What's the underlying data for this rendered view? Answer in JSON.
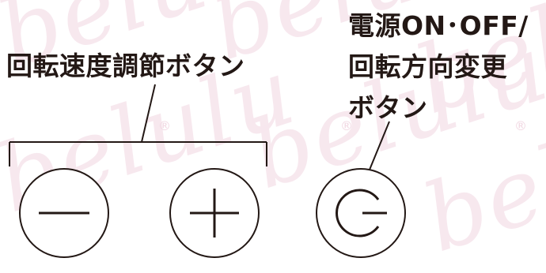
{
  "labels": {
    "speed_buttons": "回転速度調節ボタン",
    "power_line1": "電源ON･OFF/",
    "power_line2": "回転方向変更",
    "power_line3": "ボタン"
  },
  "watermark": {
    "text": "belulu",
    "mark": "®"
  },
  "colors": {
    "ink": "#231815",
    "watermark": "#f7e7ee"
  },
  "icons": {
    "minus": "minus-icon",
    "plus": "plus-icon",
    "power": "power-direction-icon"
  }
}
